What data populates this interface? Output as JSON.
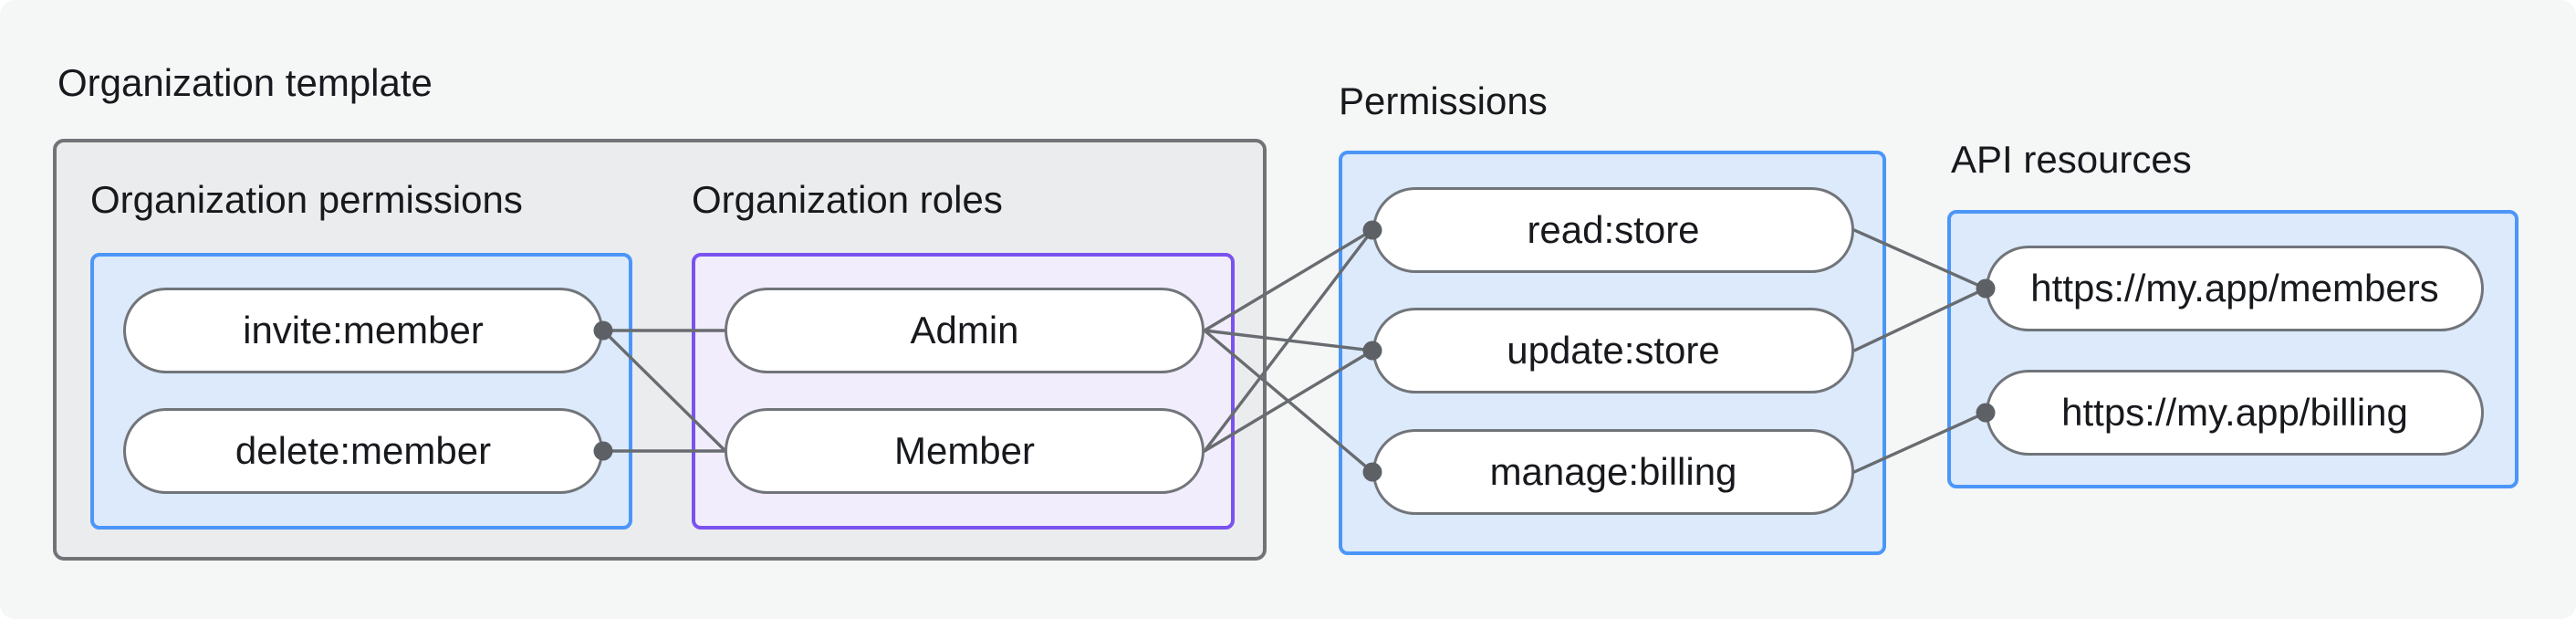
{
  "diagram": {
    "title": "Organization template",
    "org_template": {
      "permissions_label": "Organization permissions",
      "roles_label": "Organization roles",
      "permission_nodes": [
        "invite:member",
        "delete:member"
      ],
      "role_nodes": [
        "Admin",
        "Member"
      ]
    },
    "permissions": {
      "label": "Permissions",
      "nodes": [
        "read:store",
        "update:store",
        "manage:billing"
      ]
    },
    "api_resources": {
      "label": "API resources",
      "nodes": [
        "https://my.app/members",
        "https://my.app/billing"
      ]
    },
    "edges": [
      {
        "from": "invite:member",
        "to": "Admin"
      },
      {
        "from": "invite:member",
        "to": "Member"
      },
      {
        "from": "delete:member",
        "to": "Member"
      },
      {
        "from": "Admin",
        "to": "read:store"
      },
      {
        "from": "Admin",
        "to": "update:store"
      },
      {
        "from": "Admin",
        "to": "manage:billing"
      },
      {
        "from": "Member",
        "to": "read:store"
      },
      {
        "from": "Member",
        "to": "update:store"
      },
      {
        "from": "read:store",
        "to": "https://my.app/members"
      },
      {
        "from": "update:store",
        "to": "https://my.app/members"
      },
      {
        "from": "manage:billing",
        "to": "https://my.app/billing"
      }
    ],
    "colors": {
      "background": "#f5f6f6",
      "template_box_fill": "#ebeced",
      "template_box_border": "#717477",
      "blue_box_fill": "#dceafc",
      "blue_box_border": "#4b96f8",
      "purple_box_fill": "#f2edfc",
      "purple_box_border": "#7a52f0",
      "node_fill": "#ffffff",
      "node_border": "#71757a",
      "edge_line": "#686c70",
      "connector_dot": "#5d6165",
      "text": "#17191d"
    }
  }
}
